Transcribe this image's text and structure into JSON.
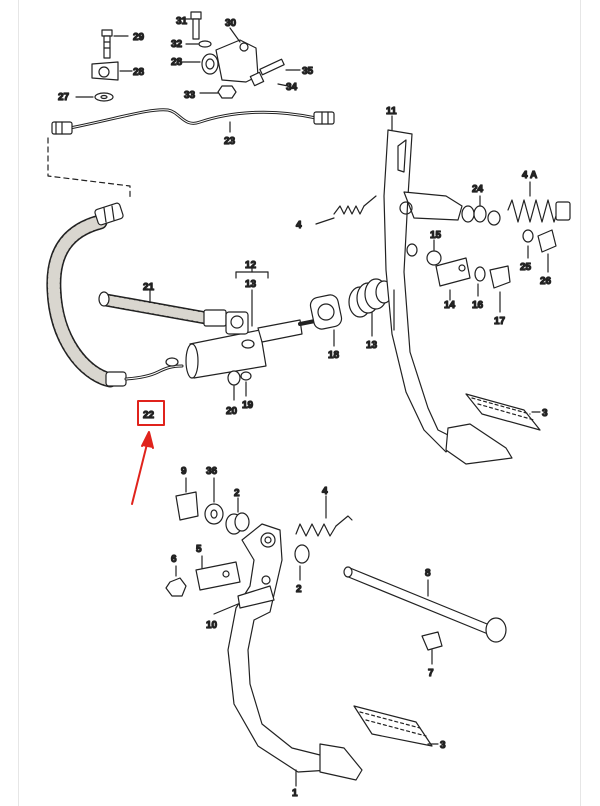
{
  "colors": {
    "ink": "#222222",
    "highlight": "#e0231c",
    "hose_fill": "#d9d6cf",
    "background": "#ffffff"
  },
  "labels": {
    "p31": "31",
    "p30": "30",
    "p29": "29",
    "p32": "32",
    "p28a": "28",
    "p28b": "28",
    "p35": "35",
    "p34": "34",
    "p33": "33",
    "p27": "27",
    "p23": "23",
    "p11": "11",
    "p4a": "4",
    "p24": "24",
    "p4A": "4 A",
    "p15": "15",
    "p25": "25",
    "p26": "26",
    "p12": "12",
    "p13a": "13",
    "p21": "21",
    "p14": "14",
    "p16": "16",
    "p17": "17",
    "p18": "18",
    "p13b": "13",
    "p20": "20",
    "p19": "19",
    "p3a": "3",
    "p22": "22",
    "p9": "9",
    "p36": "36",
    "p2a": "2",
    "p4b": "4",
    "p2b": "2",
    "p6": "6",
    "p5": "5",
    "p8": "8",
    "p10": "10",
    "p7": "7",
    "p3b": "3",
    "p1": "1"
  }
}
